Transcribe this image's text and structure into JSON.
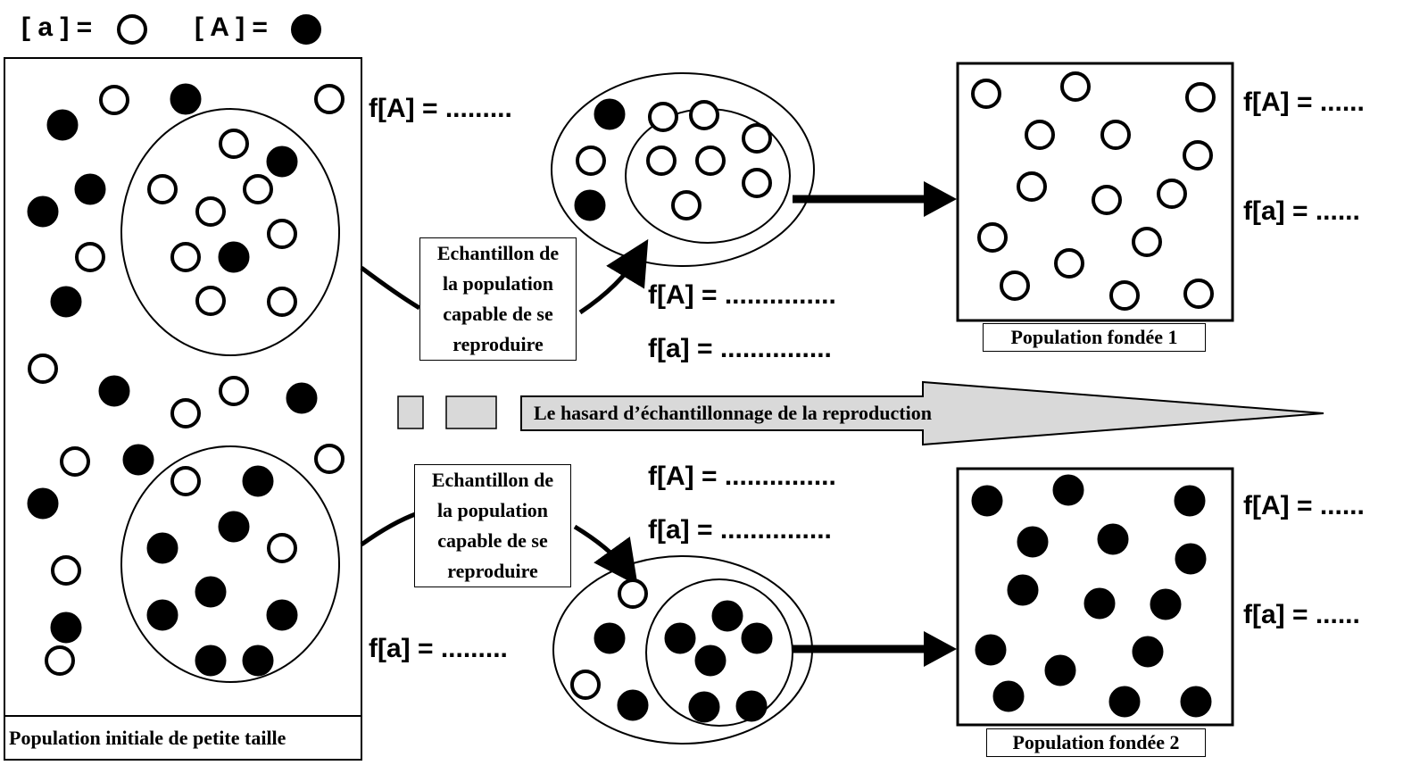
{
  "legend": {
    "recessive": "[ a ] =",
    "dominant": "[ A ] ="
  },
  "initial_population": {
    "caption": "Population initiale de petite taille",
    "freq_A": "f[A] = .........",
    "freq_a": "f[a] = ........."
  },
  "sample_box": {
    "upper_lines": [
      "Echantillon de",
      "la population",
      "capable de se",
      "reproduire"
    ],
    "lower_lines": [
      "Echantillon de",
      "la population",
      "capable de se",
      "reproduire"
    ]
  },
  "sample_1": {
    "freq_A": "f[A] = ...............",
    "freq_a": "f[a]  = ..............."
  },
  "sample_2": {
    "freq_A": "f[A] = ...............",
    "freq_a": "f[a]  = ..............."
  },
  "founded_1": {
    "caption": "Population fondée 1",
    "freq_A": "f[A] = ......",
    "freq_a": "f[a]  = ......"
  },
  "founded_2": {
    "caption": "Population fondée 2",
    "freq_A": "f[A] = ......",
    "freq_a": "f[a]  = ......"
  },
  "banner": {
    "text": "Le hasard d’échantillonnage de la reproduction"
  },
  "colors": {
    "allele_A": "#000000",
    "allele_a": "#ffffff",
    "banner_fill": "#d9d9d9"
  }
}
